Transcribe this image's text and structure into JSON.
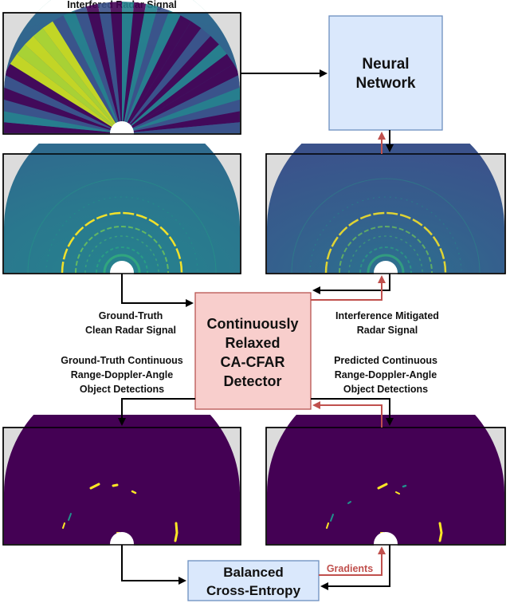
{
  "labels": {
    "top_title": "Interfered Radar Signal",
    "gt_clean": [
      "Ground-Truth",
      "Clean Radar Signal"
    ],
    "mitigated": [
      "Interference Mitigated",
      "Radar Signal"
    ],
    "gt_detections": [
      "Ground-Truth Continuous",
      "Range-Doppler-Angle",
      "Object Detections"
    ],
    "pred_detections": [
      "Predicted Continuous",
      "Range-Doppler-Angle",
      "Object Detections"
    ],
    "gradients": "Gradients"
  },
  "boxes": {
    "neural_network": [
      "Neural",
      "Network"
    ],
    "cfar": [
      "Continuously",
      "Relaxed",
      "CA-CFAR",
      "Detector"
    ],
    "loss": [
      "Balanced",
      "Cross-Entropy"
    ]
  },
  "colors": {
    "flow_arrow": "#000000",
    "gradient_arrow": "#c0504d",
    "nn_box_fill": "#dae8fc",
    "nn_box_stroke": "#6c8ebf",
    "cfar_box_fill": "#f8cecc",
    "cfar_box_stroke": "#b85450",
    "viridis_dark": "#440154",
    "viridis_teal": "#21918c",
    "viridis_yellow": "#fde725"
  }
}
